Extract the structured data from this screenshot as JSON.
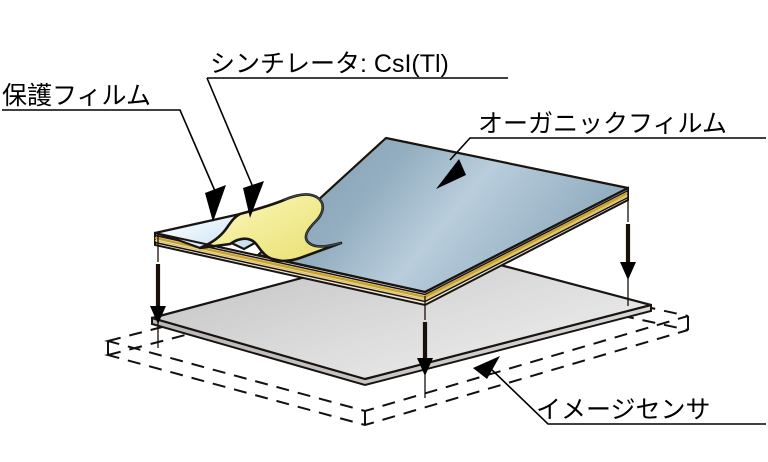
{
  "figure": {
    "title": "X-ray detector layer stack exploded diagram",
    "background_color": "#ffffff"
  },
  "labels": {
    "protective_film": "保護フィルム",
    "scintillator": "シンチレータ: CsI(Tl)",
    "organic_film": "オーガニックフィルム",
    "image_sensor": "イメージセンサ"
  },
  "colors": {
    "organic_film_dark": "#7d9cb0",
    "organic_film_light": "#b9cddc",
    "scintillator_yellow": "#f4ef9e",
    "scintillator_yellow_light": "#fbf8d2",
    "protective_film_blue": "#d6e9f6",
    "protective_film_blue_light": "#ffffff",
    "image_sensor_gray_dark": "#c2c2c2",
    "image_sensor_gray_light": "#ededed",
    "outline": "#1a1410",
    "leader": "#000000",
    "edge_gold": "#c9a227"
  },
  "parts": [
    {
      "name": "protective-film",
      "label": "保護フィルム",
      "layer_order": 1,
      "color": "#d6e9f6"
    },
    {
      "name": "scintillator",
      "label": "シンチレータ: CsI(Tl)",
      "layer_order": 2,
      "color": "#f4ef9e"
    },
    {
      "name": "organic-film",
      "label": "オーガニックフィルム",
      "layer_order": 3,
      "color": "#7d9cb0"
    },
    {
      "name": "image-sensor",
      "label": "イメージセンサ",
      "layer_order": 4,
      "color": "#d2d2d2"
    }
  ],
  "assembly": {
    "direction": "downward",
    "arrow_count": 3
  }
}
